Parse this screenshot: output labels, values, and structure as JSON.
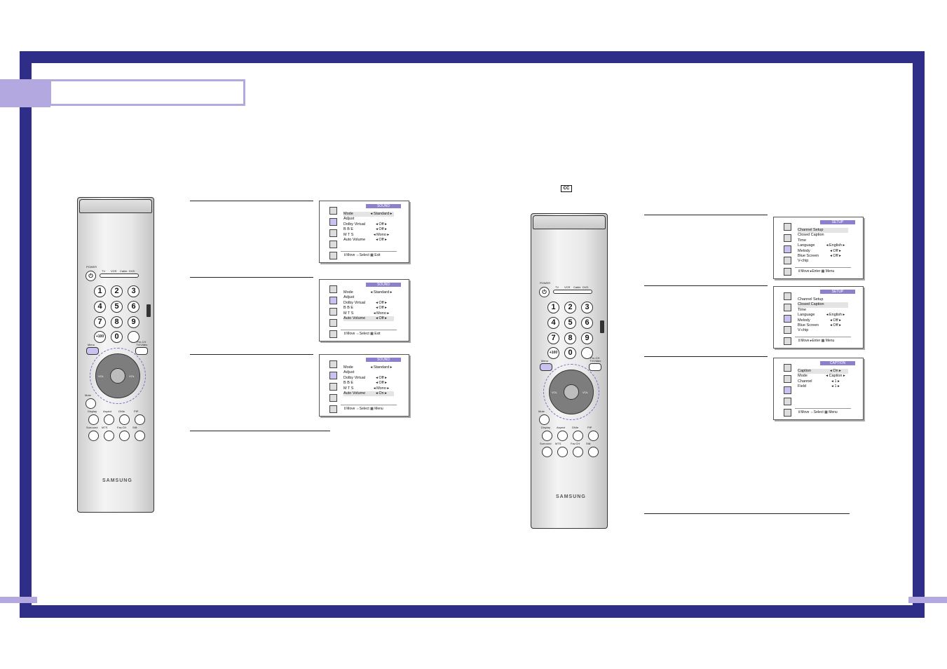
{
  "colors": {
    "frame": "#2e2e88",
    "accent": "#b4a8e0",
    "menu_header": "#8b80cc"
  },
  "page": {
    "title": ""
  },
  "cc_symbol": "CC",
  "remote": {
    "power": "POWER",
    "sources": [
      "TV",
      "VCR",
      "Cable",
      "DVD"
    ],
    "digits": [
      "1",
      "2",
      "3",
      "4",
      "5",
      "6",
      "7",
      "8",
      "9",
      "+100",
      "0"
    ],
    "pre_ch": "Pre-CH",
    "menu": "Menu",
    "tv_video": "TV/Video",
    "vol_minus": "VOL",
    "vol_plus": "VOL",
    "mute": "Mute",
    "row1": [
      "Display",
      "Aspect",
      "DNIe",
      "PIP"
    ],
    "row2": [
      "Surround",
      "MTS",
      "Fav.CH",
      "Still"
    ],
    "brand": "SAMSUNG"
  },
  "sound_menus": [
    {
      "header": "SOUND",
      "items": [
        {
          "label": "Mode",
          "value": "Standard",
          "hl": true
        },
        {
          "label": "Adjust",
          "value": ""
        },
        {
          "label": "Dolby Virtual",
          "value": "Off"
        },
        {
          "label": "B B E",
          "value": "Off"
        },
        {
          "label": "M T S",
          "value": "Mono"
        },
        {
          "label": "Auto Volume",
          "value": "Off"
        }
      ],
      "footer": "⇕Move  ⇔Select  ▦ Exit"
    },
    {
      "header": "SOUND",
      "items": [
        {
          "label": "Mode",
          "value": "Standard"
        },
        {
          "label": "Adjust",
          "value": ""
        },
        {
          "label": "Dolby Virtual",
          "value": "Off"
        },
        {
          "label": "B B E",
          "value": "Off"
        },
        {
          "label": "M T S",
          "value": "Mono"
        },
        {
          "label": "Auto Volume",
          "value": "Off",
          "hl": true
        }
      ],
      "footer": "⇕Move  ⇔Select  ▦ Exit"
    },
    {
      "header": "SOUND",
      "items": [
        {
          "label": "Mode",
          "value": "Standard"
        },
        {
          "label": "Adjust",
          "value": ""
        },
        {
          "label": "Dolby Virtual",
          "value": "Off"
        },
        {
          "label": "B B E",
          "value": "Off"
        },
        {
          "label": "M T S",
          "value": "Mono"
        },
        {
          "label": "Auto Volume",
          "value": "On",
          "hl": true
        }
      ],
      "footer": "⇕Move  ⇔Select  ▦ Menu"
    }
  ],
  "setup_menus": [
    {
      "header": "SETUP",
      "items": [
        {
          "label": "Channel Setup",
          "value": "",
          "hl": true
        },
        {
          "label": "Closed Caption",
          "value": ""
        },
        {
          "label": "Time",
          "value": ""
        },
        {
          "label": "Language",
          "value": "English"
        },
        {
          "label": "Melody",
          "value": "Off"
        },
        {
          "label": "Blue Screen",
          "value": "Off"
        },
        {
          "label": "V-chip",
          "value": ""
        }
      ],
      "footer": "⇕Move  ▸Enter  ▦ Menu"
    },
    {
      "header": "SETUP",
      "items": [
        {
          "label": "Channel Setup",
          "value": ""
        },
        {
          "label": "Closed Caption",
          "value": "",
          "hl": true
        },
        {
          "label": "Time",
          "value": ""
        },
        {
          "label": "Language",
          "value": "English"
        },
        {
          "label": "Melody",
          "value": "Off"
        },
        {
          "label": "Blue Screen",
          "value": "Off"
        },
        {
          "label": "V-chip",
          "value": ""
        }
      ],
      "footer": "⇕Move  ▸Enter  ▦ Menu"
    },
    {
      "header": "CAPTION",
      "items": [
        {
          "label": "Caption",
          "value": "On",
          "hl": true
        },
        {
          "label": "Mode",
          "value": "Caption"
        },
        {
          "label": "Channel",
          "value": "1"
        },
        {
          "label": "Field",
          "value": "1"
        }
      ],
      "footer": "⇕Move  ⇔Select  ▦ Menu"
    }
  ]
}
